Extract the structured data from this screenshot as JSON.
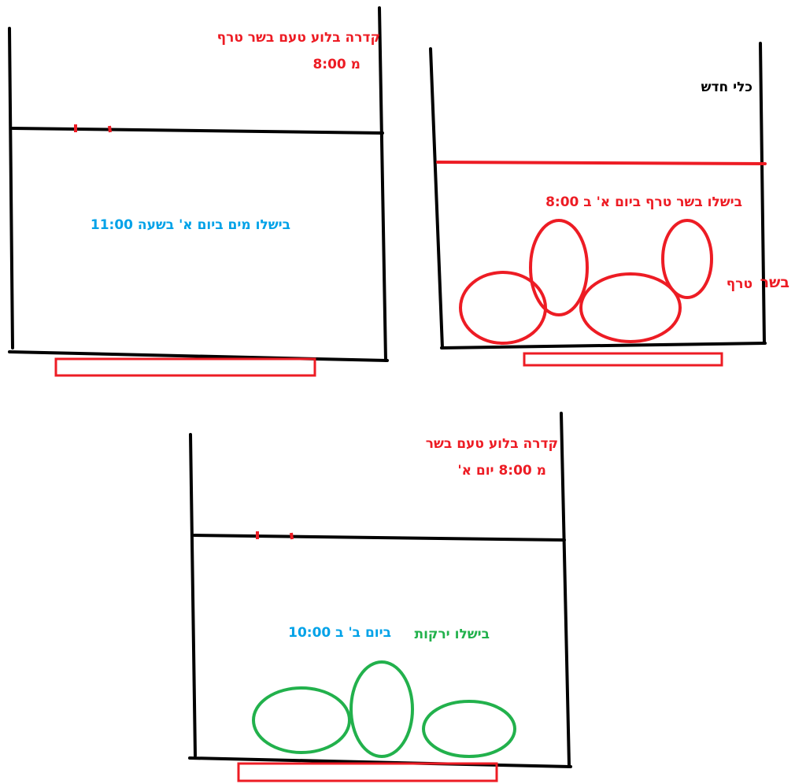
{
  "colors": {
    "line": "#000000",
    "meat": "#ed1c24",
    "water": "#00a2e8",
    "veg": "#22b14c",
    "background": "#ffffff"
  },
  "pot_left": {
    "label_line1": "קדרה בלוע טעם בשר טרף",
    "label_line2": "מ 8:00",
    "cooking_text": "בישלו מים ביום א' בשעה 11:00"
  },
  "pot_right": {
    "new_vessel": "כלי חדש",
    "cooking_text": "בישלו בשר טרף ביום א' ב 8:00",
    "meat_label_big": "בשר",
    "meat_label_small": "טרף"
  },
  "pot_bottom": {
    "label_line1": "קדרה בלוע טעם בשר",
    "label_line2": "מ 8:00  יום א'",
    "cooking_text_green": "בישלו ירקות",
    "cooking_text_blue": "ביום ב' ב 10:00"
  }
}
